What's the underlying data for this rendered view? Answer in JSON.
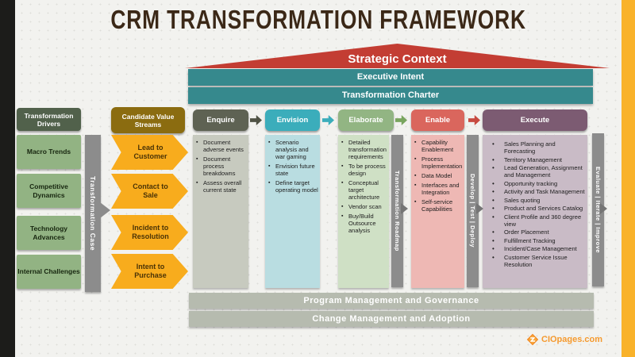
{
  "title": "CRM TRANSFORMATION FRAMEWORK",
  "roof": {
    "label": "Strategic Context",
    "color": "#c33d33"
  },
  "top_bars": {
    "executive_intent": "Executive Intent",
    "transformation_charter": "Transformation Charter",
    "color": "#36898d"
  },
  "drivers": {
    "header": "Transformation Drivers",
    "header_color": "#51614b",
    "item_color": "#92b383",
    "items": [
      "Macro Trends",
      "Competitive Dynamics",
      "Technology Advances",
      "Internal Challenges"
    ]
  },
  "transformation_case_label": "Transformation Case",
  "value_streams": {
    "header": "Candidate Value Streams",
    "header_color": "#8b6c10",
    "item_color": "#f8ac1d",
    "items": [
      "Lead to Customer",
      "Contact to Sale",
      "Incident to Resolution",
      "Intent to Purchase"
    ]
  },
  "phases": [
    {
      "name": "Enquire",
      "header_color": "#5e6253",
      "body_color": "#c7cabf",
      "bullets": [
        "Document adverse events",
        "Document process breakdowns",
        "Assess overall current state"
      ]
    },
    {
      "name": "Envision",
      "header_color": "#3badbb",
      "body_color": "#b9dde1",
      "bullets": [
        "Scenario analysis and war gaming",
        "Envision future state",
        "Define target operating model"
      ]
    },
    {
      "name": "Elaborate",
      "header_color": "#92b583",
      "body_color": "#cfe0c5",
      "bullets": [
        "Detailed transformation requirements",
        "To be process design",
        "Conceptual target architecture",
        "Vendor scan",
        "Buy/Build Outsource analysis"
      ]
    },
    {
      "name": "Enable",
      "header_color": "#da665d",
      "body_color": "#eeb8b4",
      "bullets": [
        "Capability Enablement",
        "Process Implementation",
        "Data Model",
        "Interfaces and Integration",
        "Self-service Capabilities"
      ]
    },
    {
      "name": "Execute",
      "header_color": "#7c5b72",
      "body_color": "#c9bbc6",
      "bullets": [
        "Sales Planning and Forecasting",
        "Territory Management",
        "Lead Generation, Assignment and Management",
        "Opportunity tracking",
        "Activity and Task Management",
        "Sales quoting",
        "Product and Services Catalog",
        "Client Profile and 360 degree view",
        "Order Placement",
        "Fulfillment Tracking",
        "Incident/Case Management",
        "Customer Service Issue Resolution"
      ]
    }
  ],
  "side_bars": {
    "roadmap": "Transformation Roadmap",
    "develop": "Develop | Test | Deploy",
    "evaluate": "Evaluate | Iterate | Improve"
  },
  "bottom_bars": {
    "program": "Program Management and Governance",
    "change": "Change Management and Adoption"
  },
  "logo": {
    "text": "CIOpages.com",
    "accent": "#f59a2f"
  },
  "edge_colors": {
    "left": "#1c1c1a",
    "right": "#f9b22a"
  }
}
